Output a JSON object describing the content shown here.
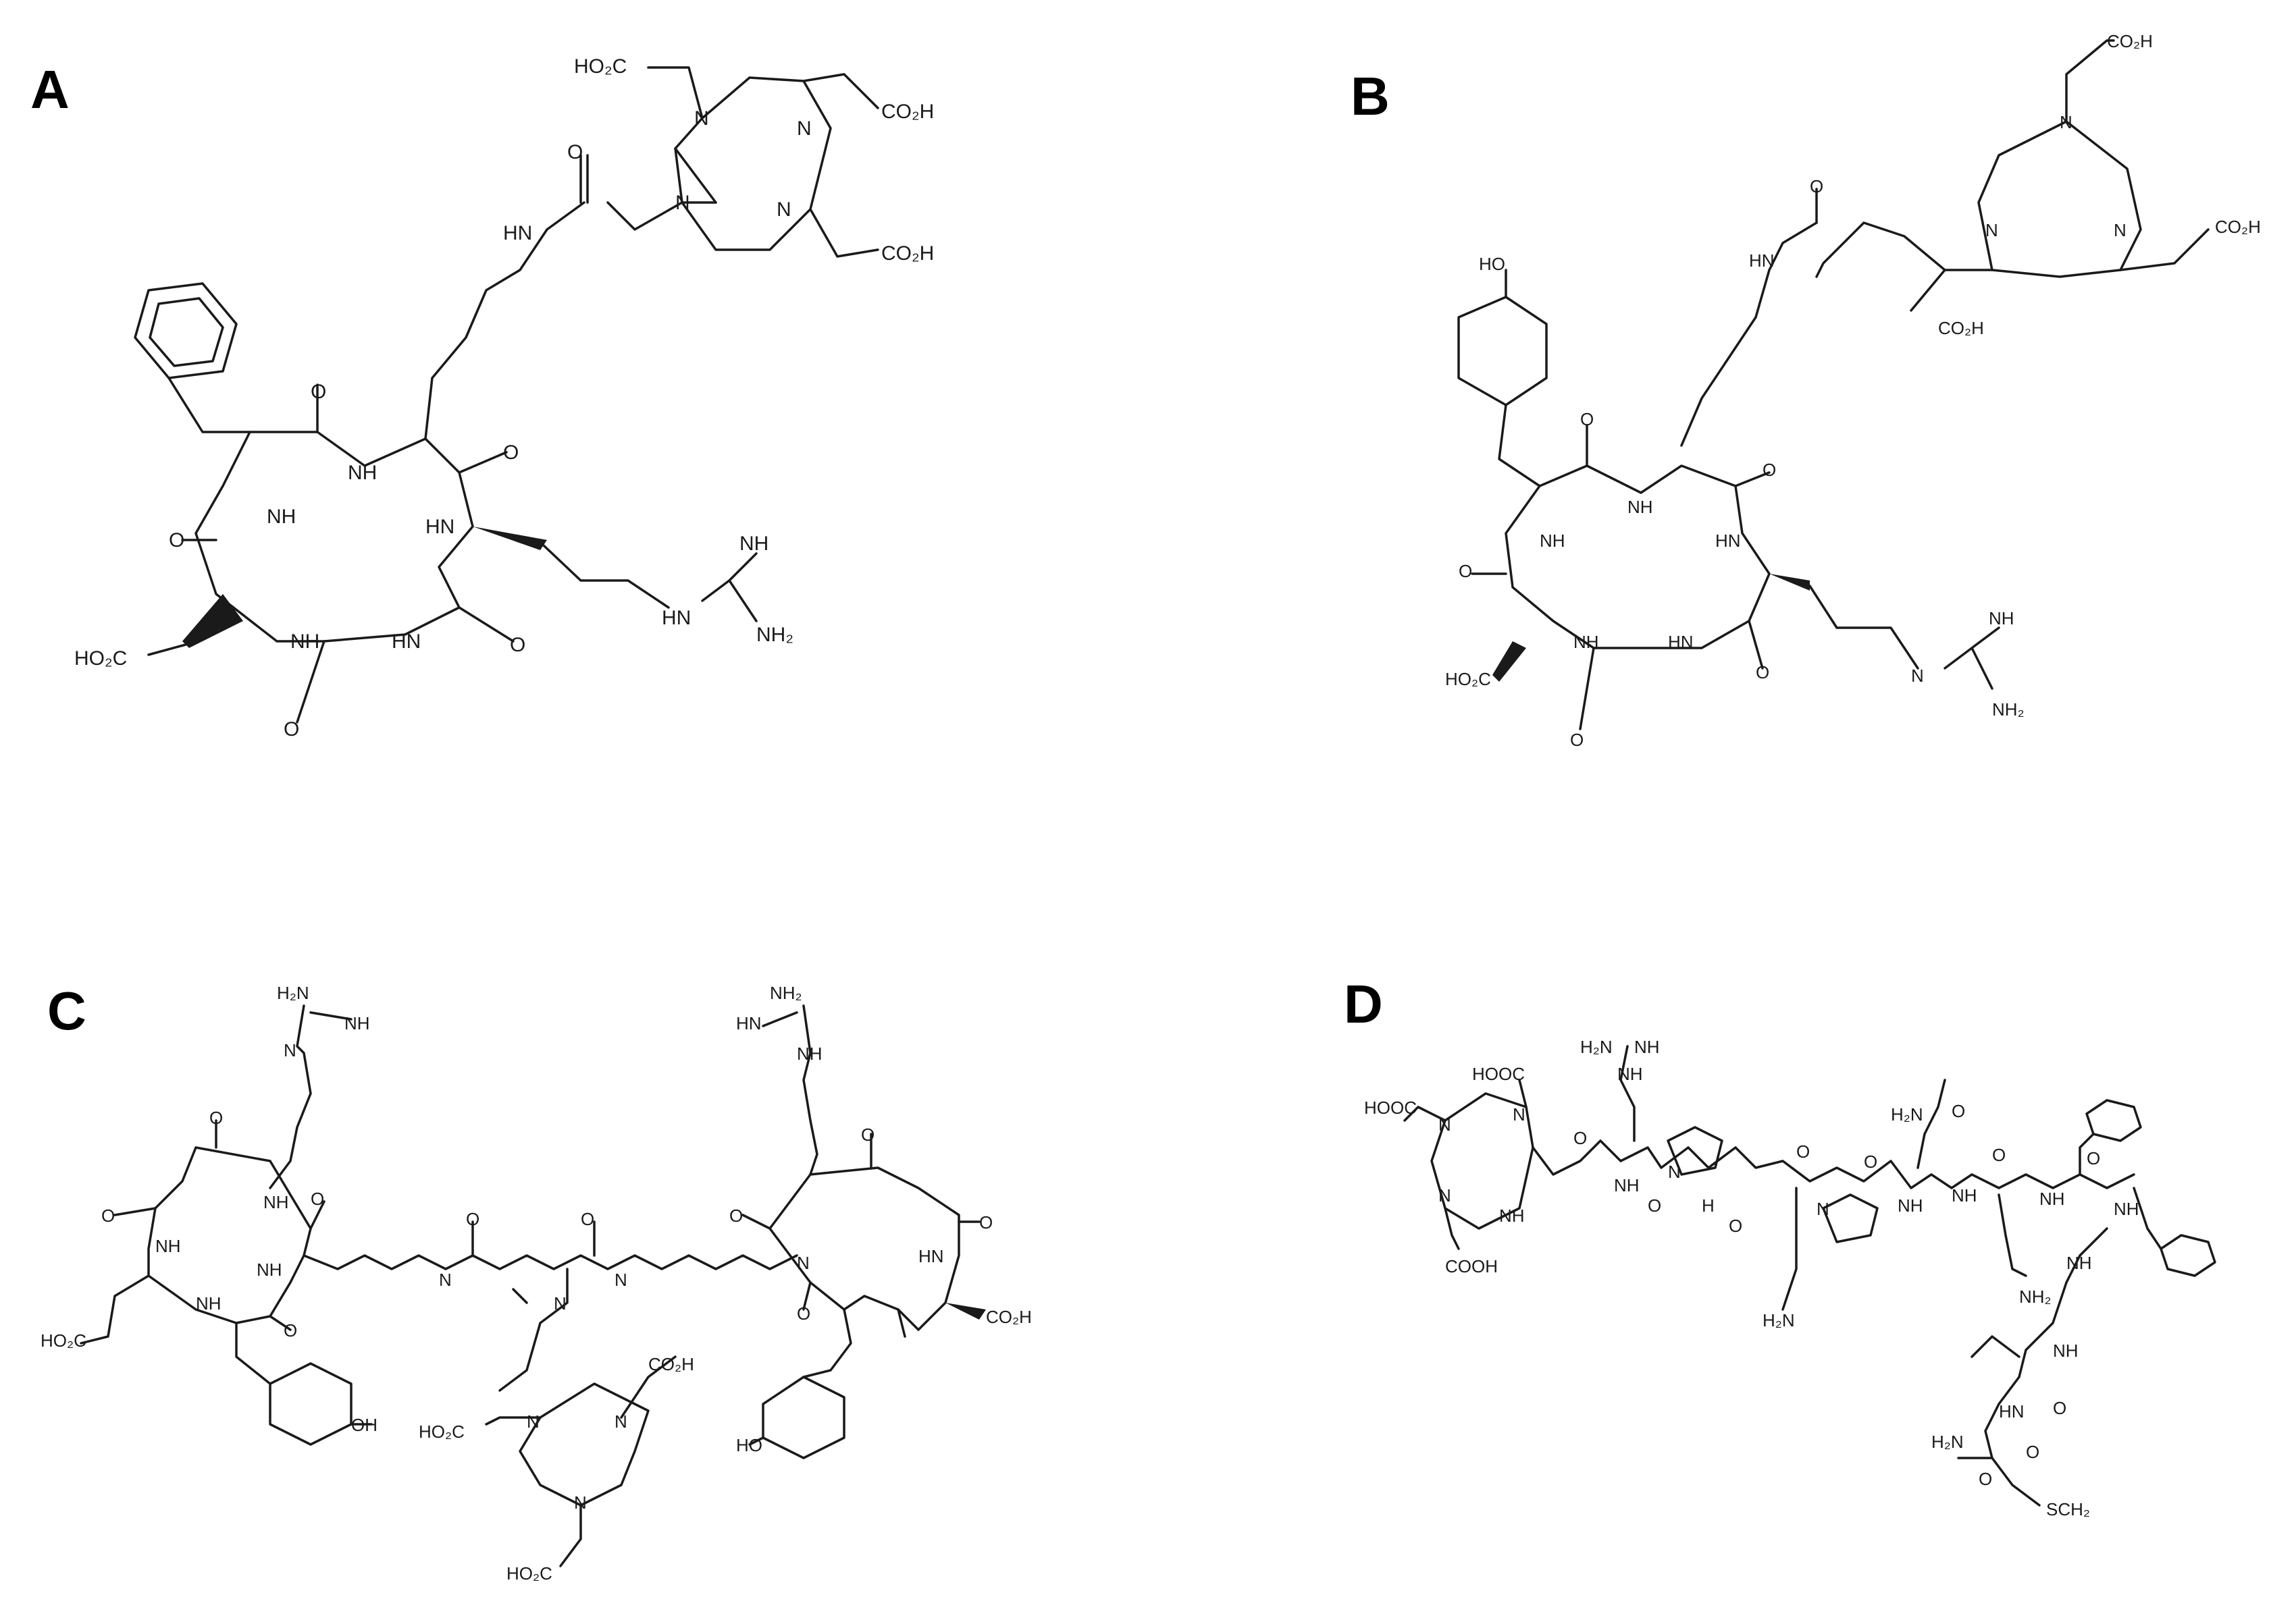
{
  "panels": [
    {
      "id": "A",
      "label": "A",
      "atom_labels": [
        "HO₂C",
        "CO₂H",
        "CO₂H",
        "N",
        "N",
        "N",
        "N",
        "O",
        "HN",
        "O",
        "NH",
        "HN",
        "O",
        "NH",
        "O",
        "HO₂C",
        "NH",
        "HN",
        "O",
        "O",
        "NH",
        "HN",
        "NH₂"
      ]
    },
    {
      "id": "B",
      "label": "B",
      "atom_labels": [
        "CO₂H",
        "N",
        "O",
        "HN",
        "N",
        "N",
        "CO₂H",
        "CO₂H",
        "HO",
        "O",
        "NH",
        "O",
        "O",
        "NH",
        "HN",
        "HO₂C",
        "NH",
        "HN",
        "O",
        "O",
        "NH",
        "N",
        "NH₂"
      ]
    },
    {
      "id": "C",
      "label": "C",
      "atom_labels": [
        "H₂N",
        "NH",
        "N",
        "NH₂",
        "HN",
        "NH",
        "O",
        "O",
        "O",
        "O",
        "O",
        "NH",
        "NH",
        "N",
        "N",
        "N",
        "O",
        "NH",
        "O",
        "O",
        "HO₂C",
        "NH",
        "O",
        "N",
        "O",
        "HN",
        "CO₂H",
        "OH",
        "CO₂H",
        "HO₂C",
        "N",
        "N",
        "N",
        "HO",
        "HO₂C"
      ]
    },
    {
      "id": "D",
      "label": "D",
      "atom_labels": [
        "H₂N",
        "NH",
        "NH",
        "HOOC",
        "HOOC",
        "N",
        "N",
        "N",
        "NH",
        "COOH",
        "O",
        "NH",
        "N",
        "O",
        "H",
        "O",
        "O",
        "N",
        "O",
        "H₂N",
        "O",
        "NH",
        "NH",
        "O",
        "NH",
        "O",
        "NH",
        "NH₂",
        "H₂N",
        "NH",
        "NH",
        "O",
        "H₂N",
        "HN",
        "O",
        "O",
        "SCH₂"
      ]
    }
  ]
}
